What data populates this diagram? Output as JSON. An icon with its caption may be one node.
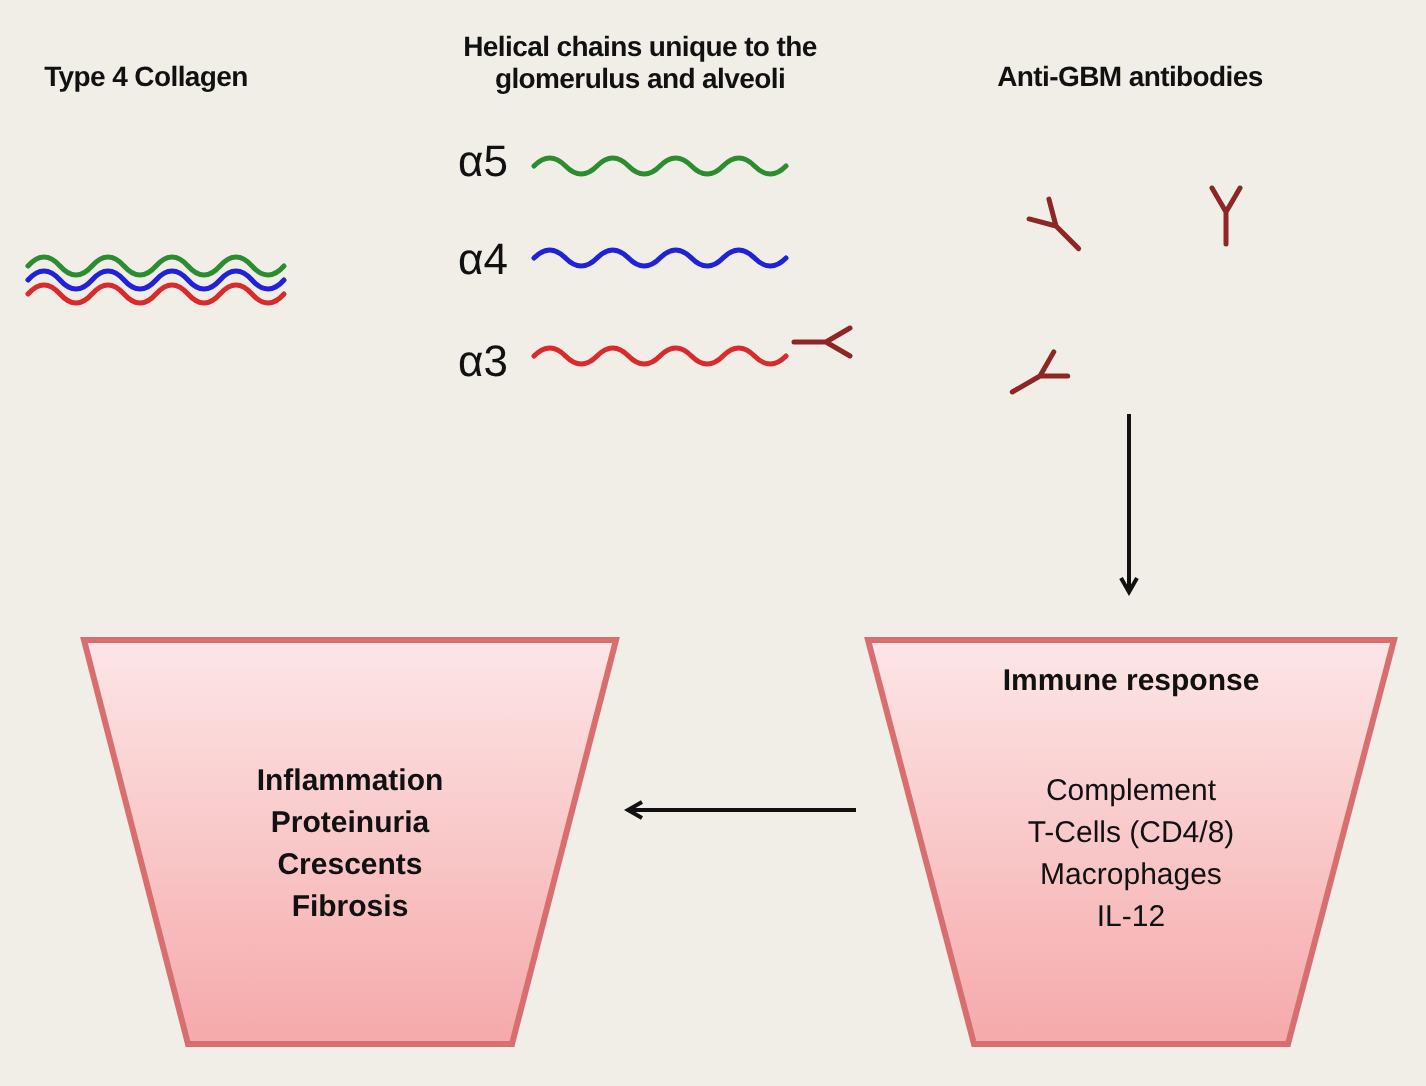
{
  "diagram": {
    "nodes": [
      {
        "text": [
          "Inflammation",
          "Proteinuria",
          "Crescents",
          "Fibrosis"
        ]
      },
      {
        "text": [
          "Immune response",
          "Complement",
          "T-Cells (CD4/8)",
          "Macrophages",
          "IL-12"
        ]
      }
    ],
    "edges": [
      {
        "from": null,
        "to": 1,
        "arrow": "to"
      },
      {
        "from": 1,
        "to": 0,
        "arrow": "to"
      }
    ],
    "labels": [
      "Type 4 Collagen",
      "Helical chains unique to the glomerulus and alveoli",
      "Anti-GBM antibodies",
      "α5",
      "α4",
      "α3"
    ]
  }
}
